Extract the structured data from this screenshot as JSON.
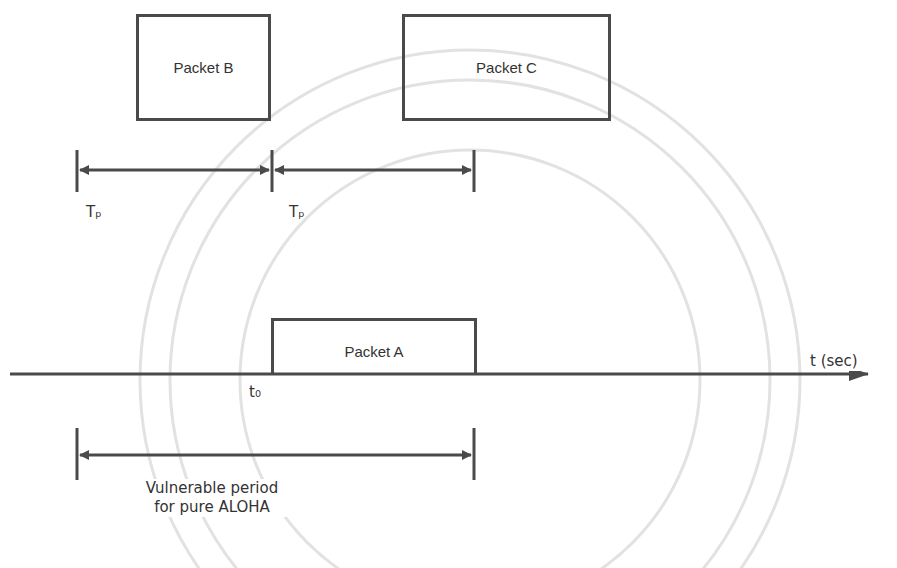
{
  "diagram": {
    "nodes": [
      {
        "text": [
          "Packet B"
        ]
      },
      {
        "text": [
          "Packet C"
        ]
      },
      {
        "text": [
          "Packet A"
        ]
      }
    ],
    "labels": [
      "Tₚ",
      "Tₚ",
      "t₀",
      "t (sec)",
      "Vulnerable period for pure ALOHA"
    ]
  }
}
